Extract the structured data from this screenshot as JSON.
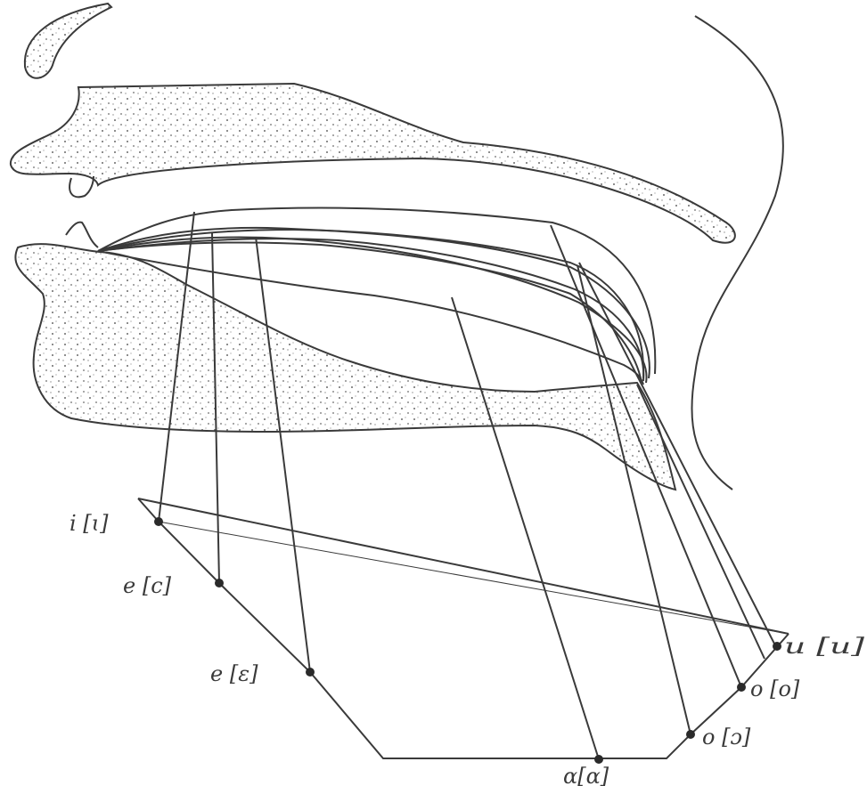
{
  "colors": {
    "ink": "#3a3a3a",
    "stipple": "#6a6a6a",
    "background": "#ffffff"
  },
  "vowel_labels": [
    {
      "id": "i",
      "text": "i [ɩ]"
    },
    {
      "id": "e-close",
      "text": "e [c]"
    },
    {
      "id": "e-open",
      "text": "e [ɛ]"
    },
    {
      "id": "a",
      "text": "ɑ[ɑ]"
    },
    {
      "id": "o-open",
      "text": "o [ɔ]"
    },
    {
      "id": "o-close",
      "text": "o [o]"
    },
    {
      "id": "u",
      "text": "u [u]"
    }
  ]
}
